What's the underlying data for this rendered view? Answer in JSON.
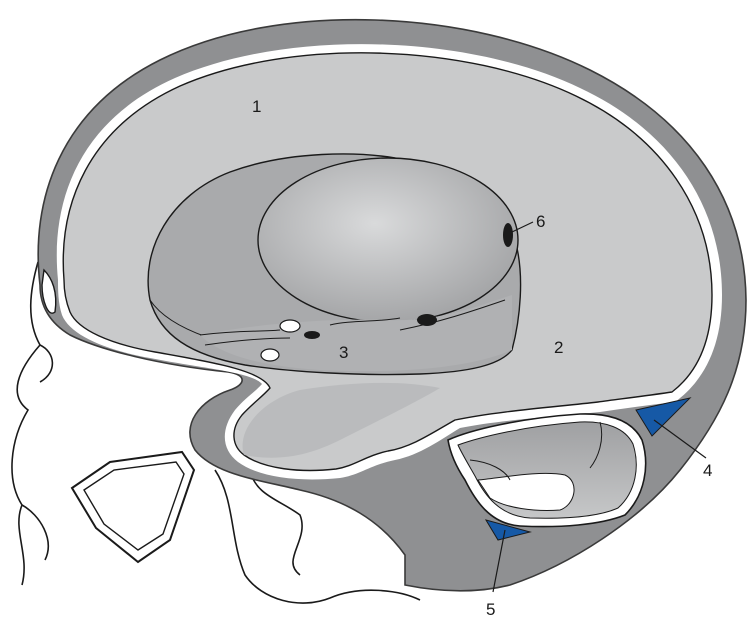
{
  "diagram": {
    "labels": [
      {
        "id": "1",
        "text": "1"
      },
      {
        "id": "2",
        "text": "2"
      },
      {
        "id": "3",
        "text": "3"
      },
      {
        "id": "4",
        "text": "4"
      },
      {
        "id": "5",
        "text": "5"
      },
      {
        "id": "6",
        "text": "6"
      }
    ]
  },
  "colors": {
    "bone": "#8f9092",
    "bone_outline": "#3a3a3a",
    "brain": "#c9cacb",
    "falx_shade": "#b4b5b7",
    "sinus_blue": "#1659a6",
    "line": "#1a1a1a",
    "background": "#ffffff"
  }
}
